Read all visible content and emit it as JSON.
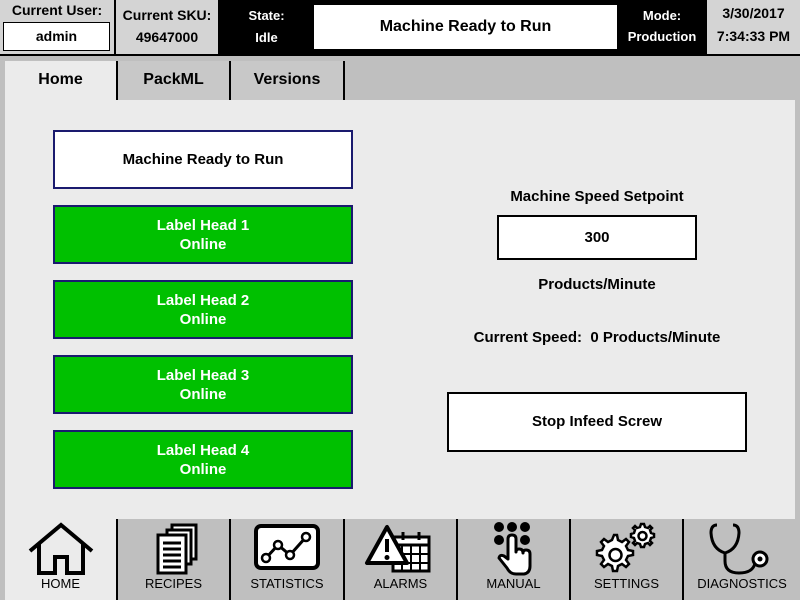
{
  "header": {
    "user_label": "Current User:",
    "user_value": "admin",
    "sku_label": "Current SKU:",
    "sku_value": "49647000",
    "state_label": "State:",
    "state_value": "Idle",
    "message": "Machine Ready to Run",
    "mode_label": "Mode:",
    "mode_value": "Production",
    "date": "3/30/2017",
    "time": "7:34:33 PM"
  },
  "tabs": [
    {
      "label": "Home",
      "active": true
    },
    {
      "label": "PackML",
      "active": false
    },
    {
      "label": "Versions",
      "active": false
    }
  ],
  "main": {
    "status_message": "Machine Ready to Run",
    "label_heads": [
      {
        "name": "Label Head 1",
        "status": "Online"
      },
      {
        "name": "Label Head 2",
        "status": "Online"
      },
      {
        "name": "Label Head 3",
        "status": "Online"
      },
      {
        "name": "Label Head 4",
        "status": "Online"
      }
    ],
    "setpoint_label": "Machine Speed Setpoint",
    "setpoint_value": "300",
    "setpoint_unit": "Products/Minute",
    "current_speed": "Current Speed:  0 Products/Minute",
    "stop_button": "Stop Infeed Screw"
  },
  "nav": [
    {
      "label": "HOME",
      "icon": "home-icon",
      "active": true
    },
    {
      "label": "RECIPES",
      "icon": "recipes-icon",
      "active": false
    },
    {
      "label": "STATISTICS",
      "icon": "statistics-icon",
      "active": false
    },
    {
      "label": "ALARMS",
      "icon": "alarms-icon",
      "active": false
    },
    {
      "label": "MANUAL",
      "icon": "manual-icon",
      "active": false
    },
    {
      "label": "SETTINGS",
      "icon": "settings-icon",
      "active": false
    },
    {
      "label": "DIAGNOSTICS",
      "icon": "diagnostics-icon",
      "active": false
    }
  ],
  "colors": {
    "online_green": "#00c000",
    "panel_gray": "#ebebeb",
    "frame_gray": "#bfbfbf",
    "header_black": "#000000",
    "button_border": "#1a1a6e"
  }
}
